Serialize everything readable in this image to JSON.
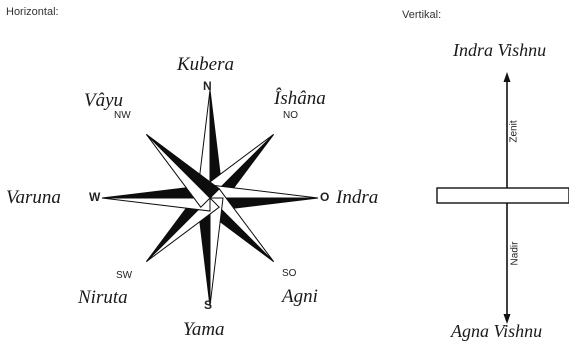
{
  "horizontal": {
    "title": "Horizontal:",
    "deities": {
      "north": "Kubera",
      "northwest": "Vâyu",
      "northeast": "Îshâna",
      "west": "Varuna",
      "east": "Indra",
      "southwest": "Niruta",
      "southeast": "Agni",
      "south": "Yama"
    },
    "directions": {
      "n": "N",
      "nw": "NW",
      "no": "NO",
      "w": "W",
      "o": "O",
      "sw": "SW",
      "so": "SO",
      "s": "S"
    }
  },
  "vertical": {
    "title": "Vertikal:",
    "top_label": "Indra Vishnu",
    "bottom_label": "Agna Vishnu",
    "zenith": "Zenit",
    "nadir": "Nadir"
  }
}
